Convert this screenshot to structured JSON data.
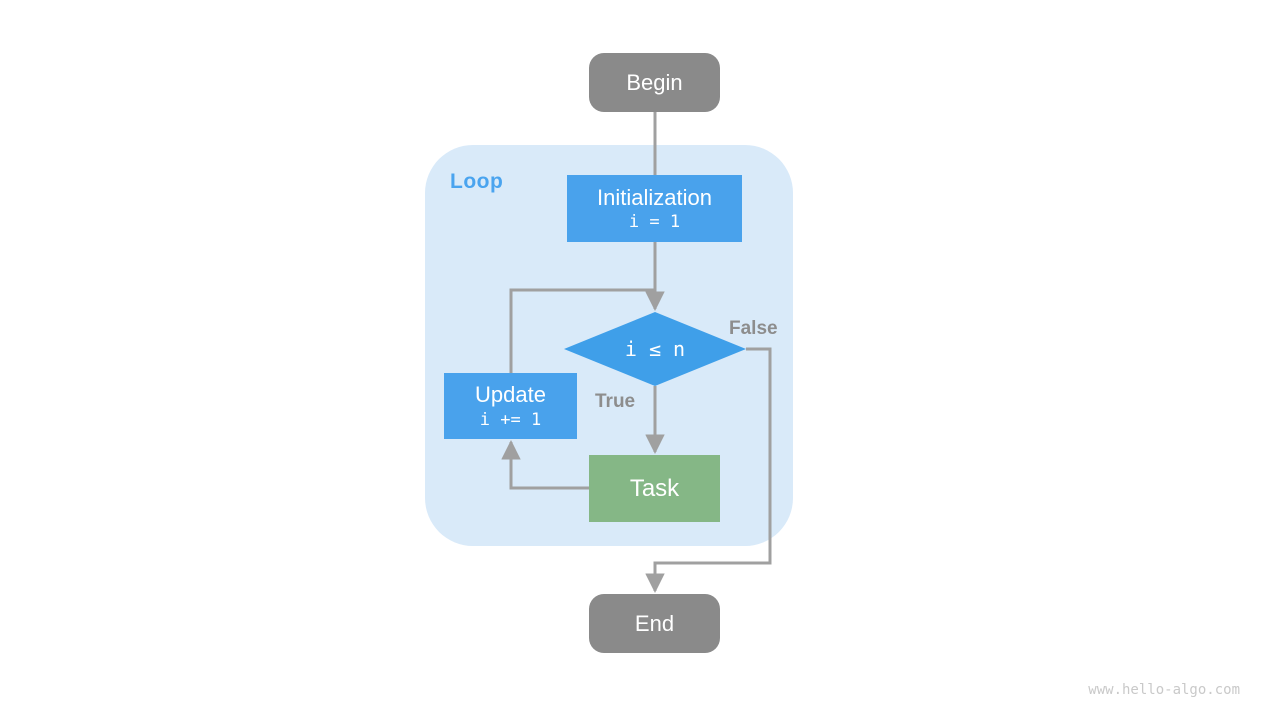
{
  "diagram": {
    "loop_label": "Loop",
    "nodes": {
      "begin": {
        "label": "Begin"
      },
      "initialization": {
        "label": "Initialization",
        "code": "i = 1"
      },
      "condition": {
        "label": "i ≤ n"
      },
      "update": {
        "label": "Update",
        "code": "i += 1"
      },
      "task": {
        "label": "Task"
      },
      "end": {
        "label": "End"
      }
    },
    "edge_labels": {
      "true_branch": "True",
      "false_branch": "False"
    },
    "watermark": "www.hello-algo.com",
    "colors": {
      "background": "#ffffff",
      "loop_container": "#d9eaf9",
      "process_box": "#49a2ec",
      "decision_diamond": "#3f9fe9",
      "task_box": "#85b786",
      "terminal_box": "#8a8a8a",
      "connector_line": "#a0a0a0",
      "edge_label_text": "#8d8d8d",
      "loop_label_text": "#4aa4ef",
      "watermark_text": "#c9c9c9"
    }
  }
}
